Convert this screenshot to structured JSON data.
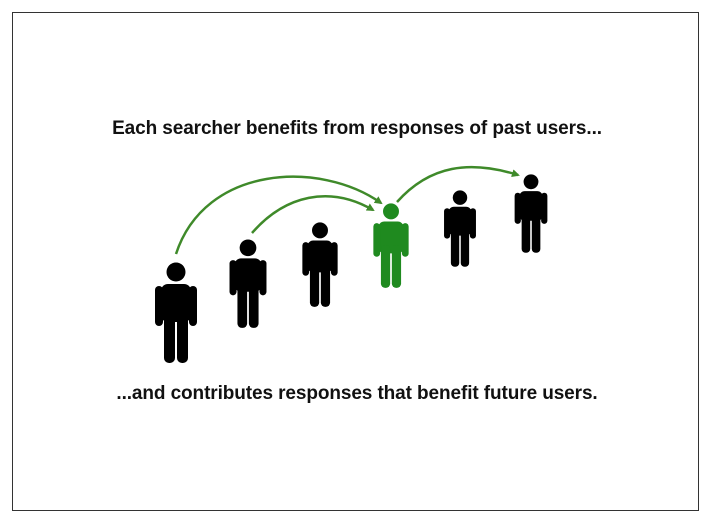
{
  "top_caption": "Each searcher benefits from responses of past users...",
  "bottom_caption": "...and contributes responses that benefit future users.",
  "colors": {
    "person": "#000000",
    "highlight": "#1f8a1f",
    "arrow": "#3f8a2a"
  },
  "people": [
    {
      "role": "past user",
      "highlighted": false
    },
    {
      "role": "past user",
      "highlighted": false
    },
    {
      "role": "past user",
      "highlighted": false
    },
    {
      "role": "current searcher",
      "highlighted": true
    },
    {
      "role": "future user",
      "highlighted": false
    },
    {
      "role": "future user",
      "highlighted": false
    }
  ]
}
